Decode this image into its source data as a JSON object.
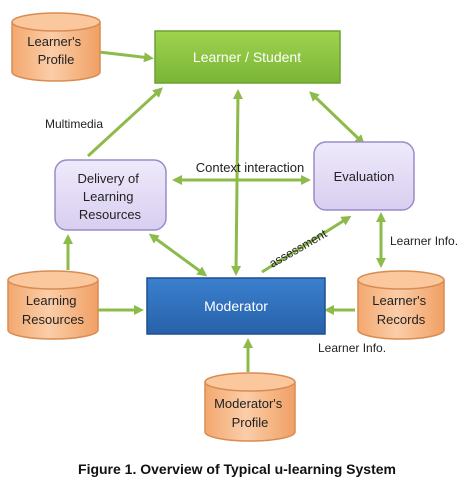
{
  "diagram": {
    "nodes": {
      "learner_profile": {
        "lines": [
          "Learner's",
          "Profile"
        ]
      },
      "learner_student": {
        "lines": [
          "Learner / Student"
        ]
      },
      "delivery": {
        "lines": [
          "Delivery of",
          "Learning",
          "Resources"
        ]
      },
      "evaluation": {
        "lines": [
          "Evaluation"
        ]
      },
      "learning_resources": {
        "lines": [
          "Learning",
          "Resources"
        ]
      },
      "moderator": {
        "lines": [
          "Moderator"
        ]
      },
      "learner_records": {
        "lines": [
          "Learner's",
          "Records"
        ]
      },
      "moderator_profile": {
        "lines": [
          "Moderator's",
          "Profile"
        ]
      }
    },
    "edge_labels": {
      "multimedia": "Multimedia",
      "context": "Context interaction",
      "assessment": "assessment",
      "learner_info_right": "Learner Info.",
      "learner_info_bottom": "Learner Info."
    },
    "caption": "Figure 1. Overview of Typical u-learning System"
  },
  "colors": {
    "cylinder_fill": "#f6b98a",
    "cylinder_stroke": "#d98c52",
    "learner_fill": "#8cc63f",
    "learner_stroke": "#6ea132",
    "purple_fill": "#e3dcf5",
    "purple_stroke": "#9b8cc8",
    "moderator_fill": "#2f6fbd",
    "moderator_stroke": "#1f4f8f",
    "arrow": "#8dbb4a"
  }
}
